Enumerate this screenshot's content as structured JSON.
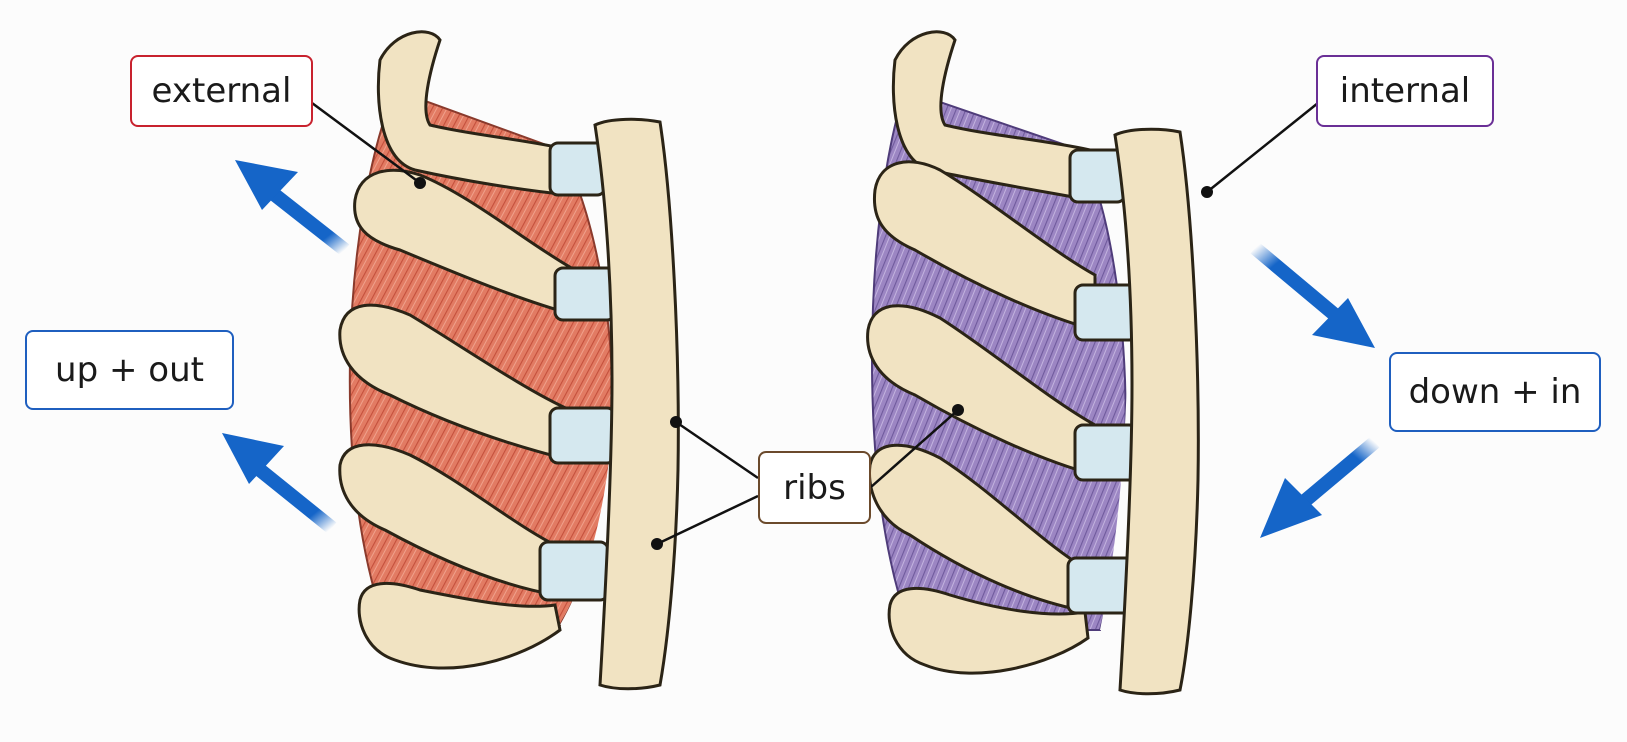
{
  "labels": {
    "external": "external",
    "internal": "internal",
    "up_out": "up + out",
    "down_in": "down + in",
    "ribs": "ribs"
  },
  "colors": {
    "external": "#c8222e",
    "internal": "#6a2f96",
    "motion": "#1f5fbf",
    "ribs": "#6b4a2c",
    "bone": "#f1e3c2",
    "bone_outline": "#2b2416",
    "cartilage": "#d5e8ef",
    "external_muscle": "#e27b63",
    "internal_muscle": "#9c86c3",
    "arrow": "#1565c8"
  }
}
